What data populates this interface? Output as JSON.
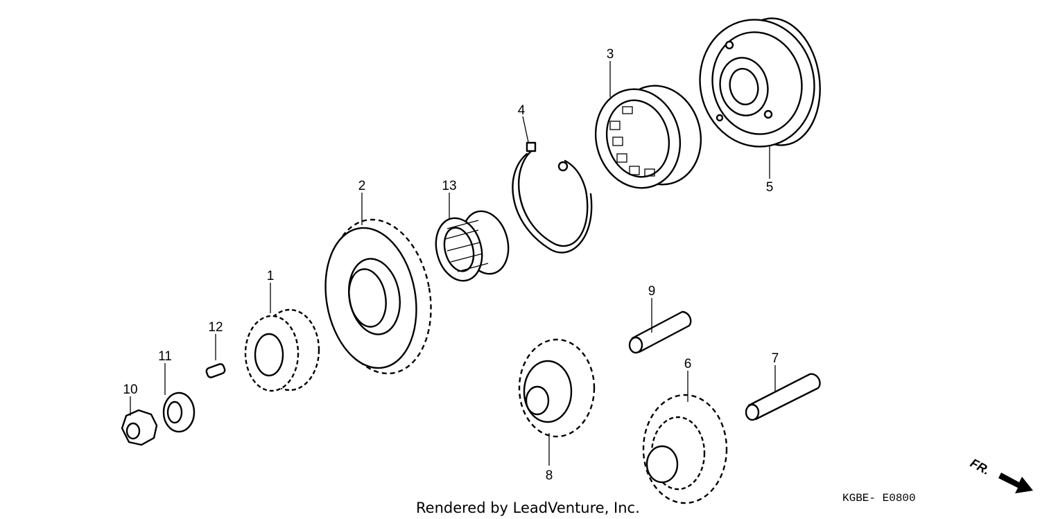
{
  "diagram": {
    "callouts": [
      "1",
      "2",
      "3",
      "4",
      "5",
      "6",
      "7",
      "8",
      "9",
      "10",
      "11",
      "12",
      "13"
    ],
    "credit": "Rendered by LeadVenture, Inc.",
    "diagram_code": "KGBE- E0800",
    "direction_marker": "FR."
  }
}
